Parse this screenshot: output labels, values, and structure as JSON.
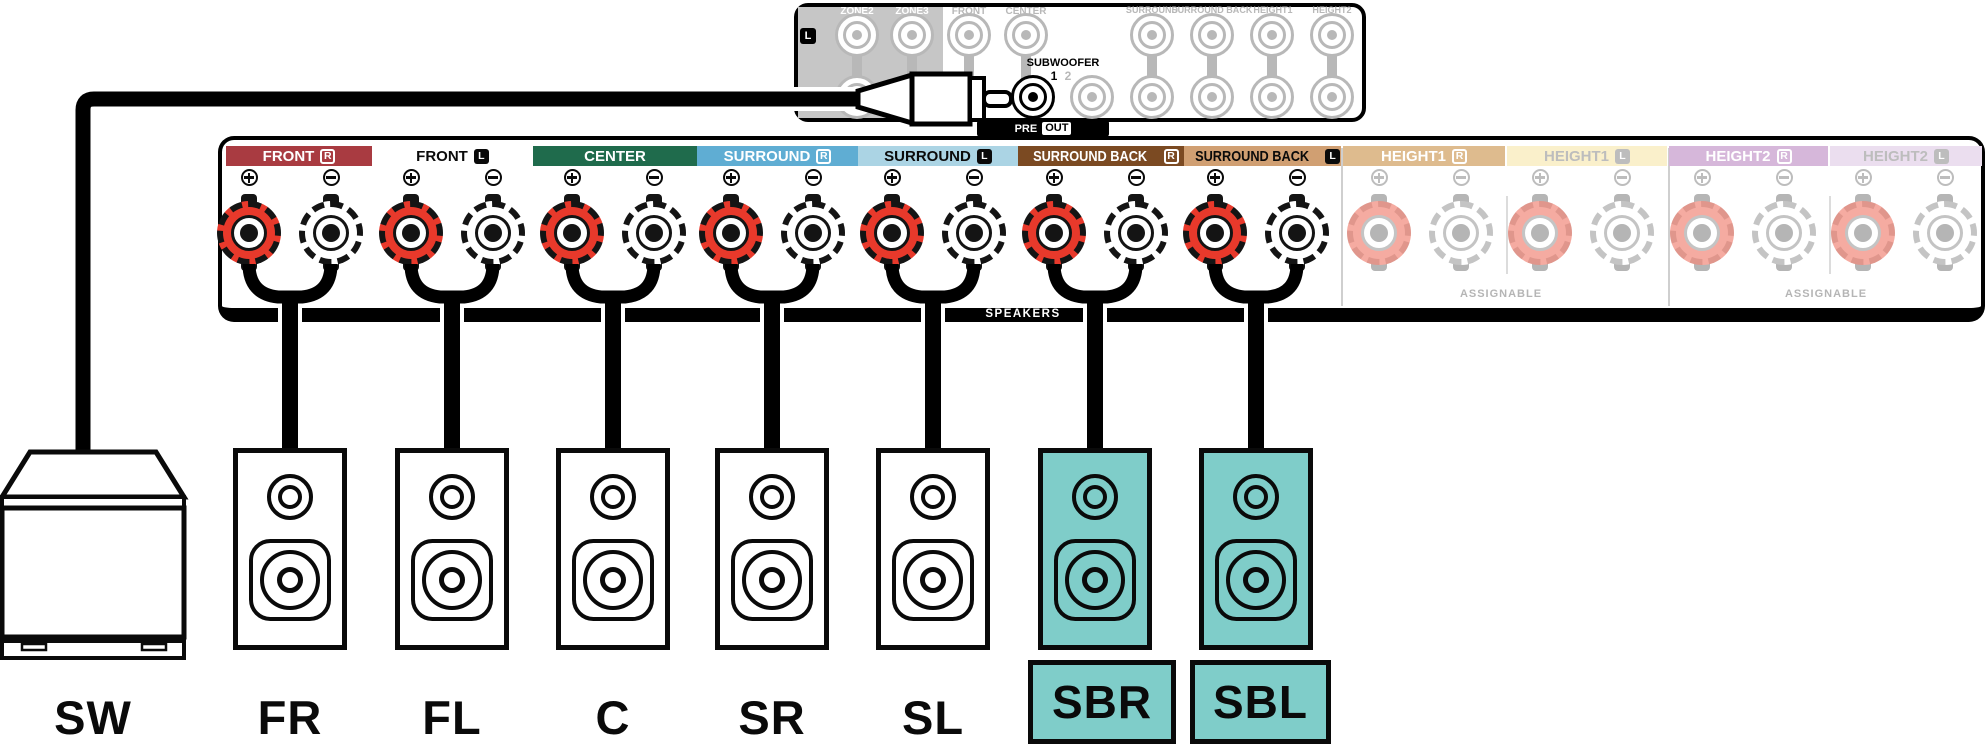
{
  "colors": {
    "teal": "#7FCDC9",
    "red_terminal": "#E8392B",
    "pink_terminal": "#F5ABA1",
    "inactive_gray": "#B8B8B8",
    "zone_box_gray": "#C6C6C6",
    "black": "#0a0a0a"
  },
  "preout": {
    "zone2": "ZONE2",
    "zone3": "ZONE3",
    "l_badge": "L",
    "front": "FRONT",
    "center": "CENTER",
    "surround": "SURROUND",
    "surround_back": "SURROUND BACK",
    "height1": "HEIGHT1",
    "height2": "HEIGHT2",
    "subwoofer": "SUBWOOFER",
    "sub1": "1",
    "sub2": "2",
    "pre": "PRE",
    "out": "OUT"
  },
  "panel": {
    "speakers": "SPEAKERS",
    "assignable": "ASSIGNABLE",
    "sections": [
      {
        "name": "front-r",
        "label": "FRONT",
        "badge": "R",
        "bg": "#A93B41",
        "fg": "#ffffff",
        "badge_style": "outline",
        "active": true
      },
      {
        "name": "front-l",
        "label": "FRONT",
        "badge": "L",
        "bg": "",
        "fg": "#0a0a0a",
        "badge_style": "dark",
        "active": true
      },
      {
        "name": "center",
        "label": "CENTER",
        "badge": "",
        "bg": "#1F6B4C",
        "fg": "#ffffff",
        "badge_style": "outline",
        "active": true
      },
      {
        "name": "surround-r",
        "label": "SURROUND",
        "badge": "R",
        "bg": "#5FADD3",
        "fg": "#ffffff",
        "badge_style": "outline",
        "active": true
      },
      {
        "name": "surround-l",
        "label": "SURROUND",
        "badge": "L",
        "bg": "#ABD4E4",
        "fg": "#0a0a0a",
        "badge_style": "dark",
        "active": true
      },
      {
        "name": "surround-back-r",
        "label": "SURROUND BACK",
        "badge": "R",
        "bg": "#7B4A22",
        "fg": "#ffffff",
        "badge_style": "outline",
        "active": true
      },
      {
        "name": "surround-back-l",
        "label": "SURROUND BACK",
        "badge": "L",
        "bg": "#D09F72",
        "fg": "#0a0a0a",
        "badge_style": "dark",
        "active": true
      },
      {
        "name": "height1-r",
        "label": "HEIGHT1",
        "badge": "R",
        "bg": "#DEBB8E",
        "fg": "#ffffff",
        "badge_style": "outline",
        "active": false
      },
      {
        "name": "height1-l",
        "label": "HEIGHT1",
        "badge": "L",
        "bg": "#FAF0CB",
        "fg": "#BDBDBD",
        "badge_style": "gray",
        "active": false
      },
      {
        "name": "height2-r",
        "label": "HEIGHT2",
        "badge": "R",
        "bg": "#D6B7DA",
        "fg": "#ffffff",
        "badge_style": "outline",
        "active": false
      },
      {
        "name": "height2-l",
        "label": "HEIGHT2",
        "badge": "L",
        "bg": "#EBDEEF",
        "fg": "#BDBDBD",
        "badge_style": "gray",
        "active": false
      }
    ]
  },
  "speakers": [
    {
      "id": "sw",
      "label": "SW",
      "highlight": false
    },
    {
      "id": "fr",
      "label": "FR",
      "highlight": false
    },
    {
      "id": "fl",
      "label": "FL",
      "highlight": false
    },
    {
      "id": "c",
      "label": "C",
      "highlight": false
    },
    {
      "id": "sr",
      "label": "SR",
      "highlight": false
    },
    {
      "id": "sl",
      "label": "SL",
      "highlight": false
    },
    {
      "id": "sbr",
      "label": "SBR",
      "highlight": true
    },
    {
      "id": "sbl",
      "label": "SBL",
      "highlight": true
    }
  ]
}
